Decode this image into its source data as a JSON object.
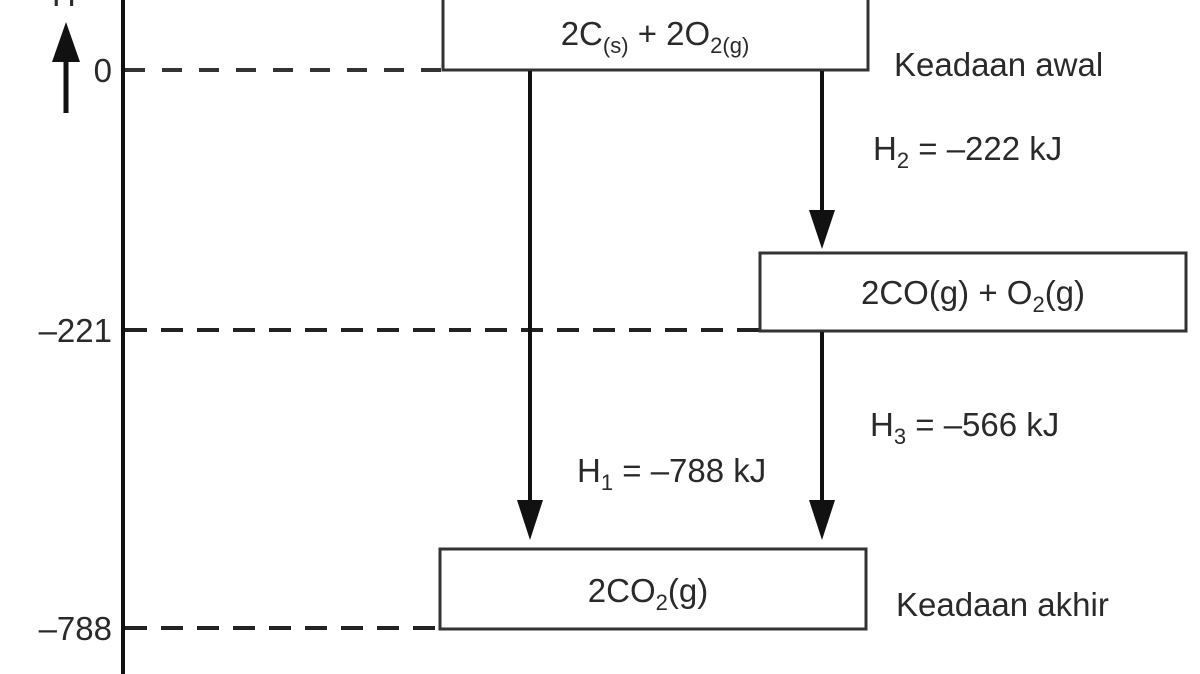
{
  "axis": {
    "label": "H",
    "ticks": [
      "0",
      "–221",
      "–788"
    ]
  },
  "levels": {
    "initial": {
      "formula": [
        "2C",
        "(s)",
        " + 2O",
        "2(g)"
      ],
      "caption": "Keadaan awal"
    },
    "intermediate": {
      "formula": [
        "2CO(g) + O",
        "2",
        "(g)"
      ]
    },
    "final": {
      "formula": [
        "2CO",
        "2",
        "(g)"
      ],
      "caption": "Keadaan akhir"
    }
  },
  "transitions": {
    "h1": {
      "sym": "H",
      "sub": "1",
      "value": " = –788 kJ"
    },
    "h2": {
      "sym": "H",
      "sub": "2",
      "value": " = –222 kJ"
    },
    "h3": {
      "sym": "H",
      "sub": "3",
      "value": " = –566 kJ"
    }
  }
}
